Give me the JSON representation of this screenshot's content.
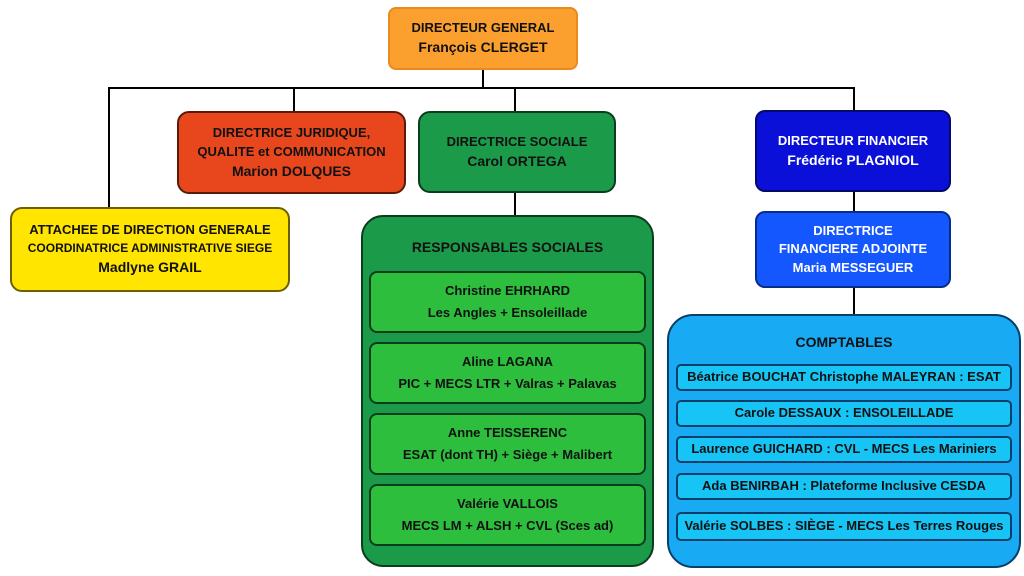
{
  "colors": {
    "orange": "#FBA02E",
    "red": "#E8471E",
    "green_dark": "#1B9A4A",
    "green_light": "#2DBE3E",
    "yellow": "#FFE500",
    "navy": "#0A10D8",
    "blue": "#1457FF",
    "sky": "#19AAF4",
    "cyan": "#16C4F5"
  },
  "dg": {
    "title": "DIRECTEUR GENERAL",
    "name": "François CLERGET"
  },
  "juridique": {
    "line1": "DIRECTRICE JURIDIQUE,",
    "line2": "QUALITE et COMMUNICATION",
    "name": "Marion DOLQUES"
  },
  "sociale": {
    "title": "DIRECTRICE  SOCIALE",
    "name": "Carol ORTEGA"
  },
  "financier": {
    "title": "DIRECTEUR FINANCIER",
    "name": "Frédéric PLAGNIOL"
  },
  "attachee": {
    "line1": "ATTACHEE DE DIRECTION GENERALE",
    "line2": "COORDINATRICE ADMINISTRATIVE SIEGE",
    "name": "Madlyne GRAIL"
  },
  "adjointe": {
    "line1": "DIRECTRICE",
    "line2": "FINANCIERE ADJOINTE",
    "name": "Maria MESSEGUER"
  },
  "responsables": {
    "title": "RESPONSABLES SOCIALES",
    "items": [
      {
        "name": "Christine  EHRHARD",
        "scope": "Les Angles + Ensoleillade"
      },
      {
        "name": "Aline LAGANA",
        "scope": "PIC + MECS LTR + Valras + Palavas"
      },
      {
        "name": "Anne TEISSERENC",
        "scope": "ESAT (dont TH) + Siège + Malibert"
      },
      {
        "name": "Valérie VALLOIS",
        "scope": "MECS LM + ALSH + CVL (Sces ad)"
      }
    ]
  },
  "comptables": {
    "title": "COMPTABLES",
    "items": [
      "Béatrice BOUCHAT Christophe MALEYRAN : ESAT",
      "Carole DESSAUX :  ENSOLEILLADE",
      "Laurence GUICHARD : CVL - MECS Les Mariniers",
      "Ada BENIRBAH : Plateforme Inclusive CESDA",
      "Valérie SOLBES : SIÈGE - MECS Les Terres Rouges"
    ]
  }
}
